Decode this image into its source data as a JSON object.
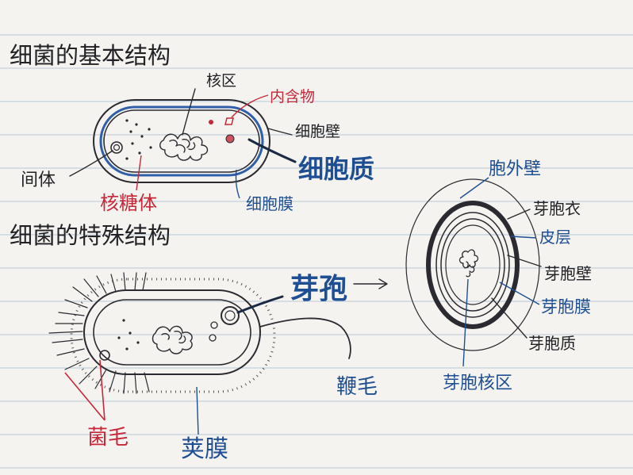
{
  "colors": {
    "paper": "#f4f3ef",
    "rule_line": "#b9cad8",
    "ink_black": "#2a2a30",
    "ink_red": "#c6283a",
    "ink_blue": "#1f4f93"
  },
  "headings": {
    "basic": "细菌的基本结构",
    "special": "细菌的特殊结构"
  },
  "basic_structure_labels": {
    "nucleoid": "核区",
    "inclusions": "内含物",
    "cell_wall": "细胞壁",
    "cytoplasm": "细胞质",
    "mesosome": "间体",
    "ribosome": "核糖体",
    "cell_membrane": "细胞膜"
  },
  "special_structure_labels": {
    "spore": "芽孢",
    "flagellum": "鞭毛",
    "pili": "菌毛",
    "capsule": "荚膜"
  },
  "spore_structure_labels": {
    "exosporium": "胞外壁",
    "spore_coat": "芽胞衣",
    "cortex": "皮层",
    "spore_wall": "芽胞壁",
    "spore_membrane": "芽胞膜",
    "spore_cytoplasm": "芽胞质",
    "spore_nucleus": "芽胞核区"
  }
}
